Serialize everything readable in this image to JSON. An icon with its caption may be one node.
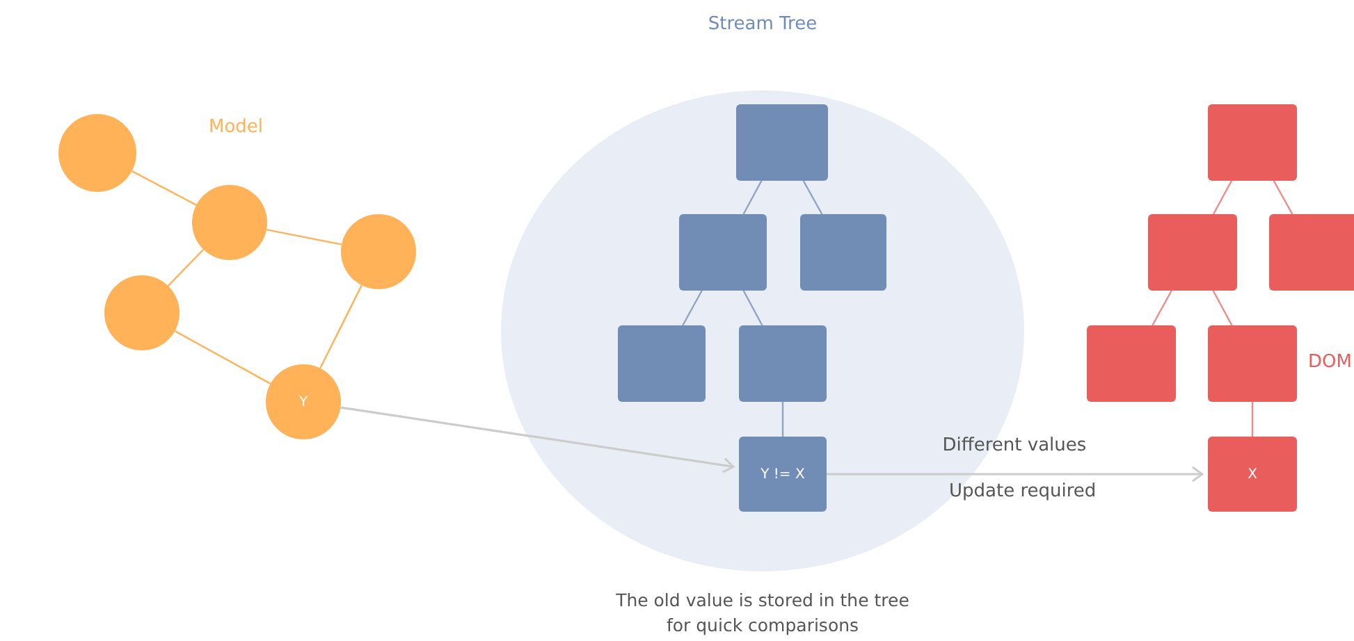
{
  "diagram": {
    "nodes": [
      {
        "text": [],
        "shape": "circle"
      },
      {
        "text": [],
        "shape": "circle"
      },
      {
        "text": [],
        "shape": "circle"
      },
      {
        "text": [],
        "shape": "circle"
      },
      {
        "text": [
          "Y"
        ]
      },
      {
        "text": [
          "Stream Tree"
        ],
        "beside": [
          "The old value is stored in the tree for quick comparisons"
        ]
      },
      {
        "text": [],
        "shape": "box",
        "in": 5
      },
      {
        "text": [],
        "shape": "box",
        "in": 5
      },
      {
        "text": [],
        "shape": "box",
        "in": 5
      },
      {
        "text": [],
        "shape": "box",
        "in": 5
      },
      {
        "text": [],
        "shape": "box",
        "in": 5
      },
      {
        "text": [
          "Y != X"
        ],
        "in": 5
      },
      {
        "text": [],
        "shape": "box"
      },
      {
        "text": [],
        "shape": "box"
      },
      {
        "text": [],
        "shape": "box"
      },
      {
        "text": [],
        "shape": "box"
      },
      {
        "text": [],
        "shape": "box",
        "beside": [
          "DOM"
        ]
      },
      {
        "text": [
          "X"
        ]
      }
    ],
    "edges": [
      {
        "from": 0,
        "to": 1,
        "arrow": "none",
        "color": "#ffb257"
      },
      {
        "from": 1,
        "to": 2,
        "arrow": "none",
        "color": "#ffb257"
      },
      {
        "from": 1,
        "to": 3,
        "arrow": "none",
        "color": "#ffb257"
      },
      {
        "from": 3,
        "to": 4,
        "arrow": "none",
        "color": "#ffb257"
      },
      {
        "from": 2,
        "to": 4,
        "arrow": "none",
        "color": "#ffb257"
      },
      {
        "from": 4,
        "to": 11,
        "arrow": "to",
        "color": "#cccccc"
      },
      {
        "from": 6,
        "to": 7,
        "arrow": "none",
        "color": "#8fa3c4"
      },
      {
        "from": 6,
        "to": 8,
        "arrow": "none",
        "color": "#8fa3c4"
      },
      {
        "from": 7,
        "to": 9,
        "arrow": "none",
        "color": "#8fa3c4"
      },
      {
        "from": 7,
        "to": 10,
        "arrow": "none",
        "color": "#8fa3c4"
      },
      {
        "from": 10,
        "to": 11,
        "arrow": "none",
        "color": "#8fa3c4"
      },
      {
        "from": 11,
        "to": 17,
        "arrow": "to",
        "label": "Different values",
        "color": "#cccccc"
      },
      {
        "from": 12,
        "to": 13,
        "arrow": "none",
        "color": "#f08a8a"
      },
      {
        "from": 12,
        "to": 14,
        "arrow": "none",
        "color": "#f08a8a"
      },
      {
        "from": 13,
        "to": 15,
        "arrow": "none",
        "color": "#f08a8a"
      },
      {
        "from": 13,
        "to": 16,
        "arrow": "none",
        "color": "#f08a8a"
      },
      {
        "from": 16,
        "to": 17,
        "arrow": "none",
        "color": "#f08a8a"
      }
    ],
    "labels": [
      "Model",
      "Update required"
    ]
  }
}
